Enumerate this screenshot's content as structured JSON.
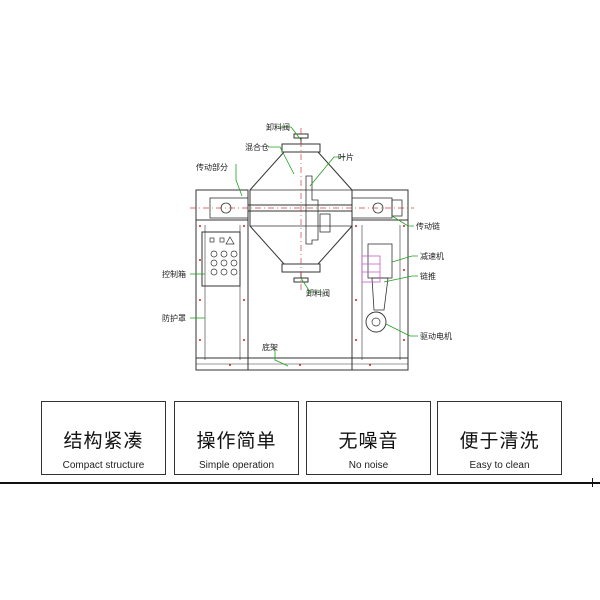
{
  "diagram": {
    "labels": {
      "discharge_top": "卸料阀",
      "mixing_chamber": "混合仓",
      "transmission": "传动部分",
      "blade": "叶片",
      "drive_chain": "传动链",
      "reducer": "减速机",
      "coupling": "链推",
      "control_box": "控制箱",
      "guard_cover": "防护罩",
      "discharge_bottom": "卸料阀",
      "drive_motor": "驱动电机",
      "base_frame": "底架"
    }
  },
  "features": [
    {
      "title": "结构紧凑",
      "subtitle": "Compact structure"
    },
    {
      "title": "操作简单",
      "subtitle": "Simple operation"
    },
    {
      "title": "无噪音",
      "subtitle": "No noise"
    },
    {
      "title": "便于清洗",
      "subtitle": "Easy to clean"
    }
  ],
  "colors": {
    "line": "#333333",
    "leader": "#1fa01f",
    "centerline": "#d23c3c",
    "motor": "#c85ac8",
    "indicator": "#d02020"
  }
}
